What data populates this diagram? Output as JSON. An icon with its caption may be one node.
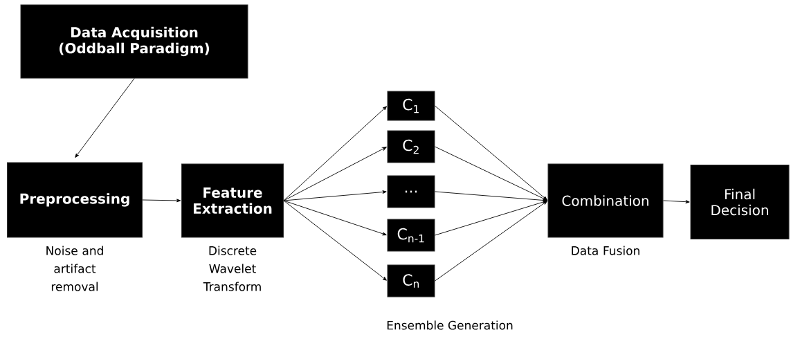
{
  "diagram": {
    "nodes": [
      {
        "text": [
          "Data Acquisition (Oddball Paradigm)"
        ]
      },
      {
        "text": [
          "Preprocessing"
        ],
        "beside": [
          "Noise and artifact removal"
        ]
      },
      {
        "text": [
          "Feature Extraction"
        ],
        "beside": [
          "Discrete Wavelet Transform"
        ]
      },
      {
        "text": [
          "C$_{1}$"
        ]
      },
      {
        "text": [
          "C$_{2}$"
        ]
      },
      {
        "text": [
          "..."
        ]
      },
      {
        "text": [
          "C$_{n-1}$"
        ]
      },
      {
        "text": [
          "C$_{n}$"
        ]
      },
      {
        "text": [
          "Combination"
        ],
        "beside": [
          "Data Fusion"
        ]
      },
      {
        "text": [
          "Final Decision"
        ]
      }
    ],
    "edges": [
      {
        "from": 0,
        "to": 1,
        "arrow": "to"
      },
      {
        "from": 1,
        "to": 2,
        "arrow": "to"
      },
      {
        "from": 2,
        "to": 3,
        "arrow": "to"
      },
      {
        "from": 2,
        "to": 4,
        "arrow": "to"
      },
      {
        "from": 2,
        "to": 5,
        "arrow": "to"
      },
      {
        "from": 2,
        "to": 6,
        "arrow": "to"
      },
      {
        "from": 2,
        "to": 7,
        "arrow": "to"
      },
      {
        "from": 3,
        "to": 8,
        "arrow": "to"
      },
      {
        "from": 4,
        "to": 8,
        "arrow": "to"
      },
      {
        "from": 5,
        "to": 8,
        "arrow": "to"
      },
      {
        "from": 6,
        "to": 8,
        "arrow": "to"
      },
      {
        "from": 7,
        "to": 8,
        "arrow": "to"
      },
      {
        "from": 8,
        "to": 9,
        "arrow": "to"
      }
    ],
    "labels": [
      "Ensemble Generation"
    ]
  }
}
